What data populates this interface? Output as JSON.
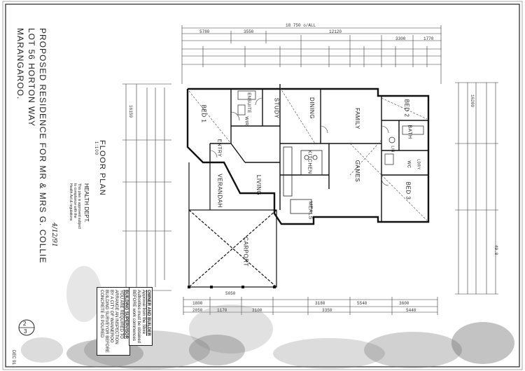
{
  "title_block": {
    "line1": "PROPOSED RESIDENCE FOR MR & MRS G. COLLIE",
    "line2": "LOT 56 HORTON WAY",
    "line3": "MARANGAROO."
  },
  "drawing_title": "FLOOR PLAN",
  "scale": "1:100",
  "rooms": {
    "bed1": "BED 1",
    "ensuite": "ENSUITE",
    "wir": "WIR",
    "study": "STUDY",
    "dining": "DINING",
    "family": "FAMILY",
    "bed2": "BED 2",
    "bath": "BATH",
    "wc": "WC",
    "linen": "LIN",
    "laundry": "LDRY",
    "entry": "ENTRY",
    "kitchen": "KITCHEN",
    "living": "LIVING",
    "games": "GAMES",
    "bed3": "BED 3",
    "meals": "MEALS",
    "verandah": "VERANDAH",
    "carport": "CARPORT"
  },
  "dimensions": {
    "overall_top": "18 750 o/ALL",
    "top_segments": [
      "5780",
      "3550",
      "12120",
      "3300",
      "1770"
    ],
    "bottom_segments": [
      "1800",
      "3180",
      "5540",
      "3600"
    ],
    "bottom_row2": [
      "2050",
      "1170",
      "3100",
      "3350",
      "5440"
    ],
    "left_overall": "16150",
    "right_overall": "16200",
    "carport_width": "5050",
    "right_len": "49.0"
  },
  "health_stamp": {
    "title": "HEALTH DEPT.",
    "date": "4/12/91",
    "lines": [
      "This plan is approved subject",
      "to compliance with the",
      "Health Act & regulations"
    ]
  },
  "building_box": {
    "line1": "BUILDING SUPERVISOR",
    "line2": "YOU ARE REQUIRED TO",
    "line3": "ARRANGE AN INSPECTION",
    "line4": "BY A CITY OF WANNEROO",
    "line5": "BUILDING SURVEYOR BEFORE",
    "line6": "CONCRETE IS POURED"
  },
  "owner_box": {
    "line1": "OWNER AND BUILDER",
    "line2": "Approval from the Shire",
    "line3": "Authorities must be obtained",
    "line4": "BEFORE work commences"
  },
  "sheet": {
    "number": "2",
    "of": "3",
    "date": "DEC 91"
  }
}
